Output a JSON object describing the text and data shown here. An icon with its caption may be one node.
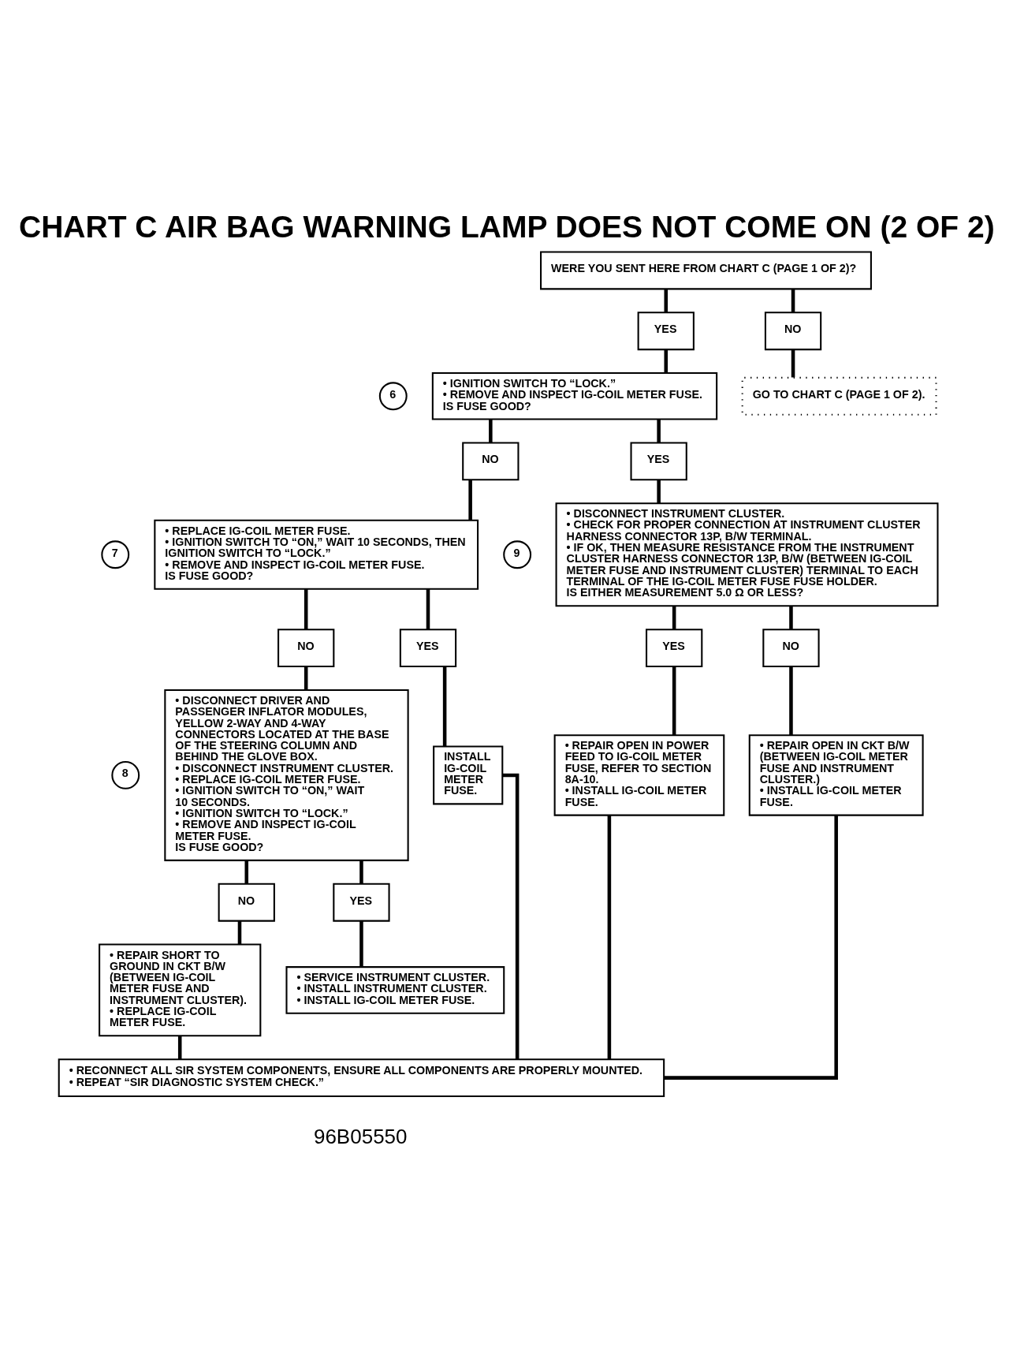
{
  "diagram": {
    "title": "CHART C AIR BAG WARNING LAMP DOES NOT COME ON (2 OF 2)",
    "nodes": [
      {
        "text": [
          "WERE YOU SENT HERE FROM CHART C (PAGE 1 OF 2)?"
        ]
      },
      {
        "text": [
          "YES"
        ]
      },
      {
        "text": [
          "NO"
        ]
      },
      {
        "text": [
          "6"
        ]
      },
      {
        "text": [
          "• IGNITION SWITCH TO “LOCK.”",
          "• REMOVE AND INSPECT IG-COIL METER FUSE.",
          "IS FUSE GOOD?"
        ]
      },
      {
        "text": [
          "GO TO CHART C (PAGE 1 OF 2)."
        ]
      },
      {
        "text": [
          "NO"
        ]
      },
      {
        "text": [
          "YES"
        ]
      },
      {
        "text": [
          "7"
        ]
      },
      {
        "text": [
          "• REPLACE IG-COIL METER FUSE.",
          "• IGNITION SWITCH TO “ON,” WAIT 10 SECONDS, THEN IGNITION SWITCH TO “LOCK.”",
          "• REMOVE AND INSPECT IG-COIL METER FUSE.",
          "IS FUSE GOOD?"
        ]
      },
      {
        "text": [
          "9"
        ]
      },
      {
        "text": [
          "• DISCONNECT INSTRUMENT CLUSTER.",
          "• CHECK FOR PROPER CONNECTION AT INSTRUMENT CLUSTER HARNESS CONNECTOR 13P, B/W TERMINAL.",
          "• IF OK, THEN MEASURE RESISTANCE FROM THE INSTRUMENT CLUSTER HARNESS CONNECTOR 13P, B/W (BETWEEN IG-COIL METER FUSE AND INSTRUMENT CLUSTER) TERMINAL TO EACH TERMINAL OF THE IG-COIL METER FUSE FUSE HOLDER.",
          "IS EITHER MEASUREMENT 5.0 Ω OR LESS?"
        ]
      },
      {
        "text": [
          "NO"
        ]
      },
      {
        "text": [
          "YES"
        ]
      },
      {
        "text": [
          "8"
        ]
      },
      {
        "text": [
          "• DISCONNECT DRIVER AND PASSENGER INFLATOR MODULES, YELLOW 2-WAY AND 4-WAY CONNECTORS LOCATED AT THE BASE OF THE STEERING COLUMN AND BEHIND THE GLOVE BOX.",
          "• DISCONNECT INSTRUMENT CLUSTER.",
          "• REPLACE IG-COIL METER FUSE.",
          "• IGNITION SWITCH TO “ON,” WAIT 10 SECONDS.",
          "• IGNITION SWITCH TO “LOCK.”",
          "• REMOVE AND INSPECT IG-COIL METER FUSE.",
          "IS FUSE GOOD?"
        ]
      },
      {
        "text": [
          "INSTALL IG-COIL METER FUSE."
        ]
      },
      {
        "text": [
          "YES"
        ]
      },
      {
        "text": [
          "NO"
        ]
      },
      {
        "text": [
          "• REPAIR OPEN IN POWER FEED TO IG-COIL METER FUSE, REFER TO SECTION 8A-10.",
          "• INSTALL IG-COIL METER FUSE."
        ]
      },
      {
        "text": [
          "• REPAIR OPEN IN CKT B/W (BETWEEN IG-COIL METER FUSE AND INSTRUMENT CLUSTER.)",
          "• INSTALL IG-COIL METER FUSE."
        ]
      },
      {
        "text": [
          "NO"
        ]
      },
      {
        "text": [
          "YES"
        ]
      },
      {
        "text": [
          "• REPAIR SHORT TO GROUND IN CKT B/W (BETWEEN IG-COIL METER FUSE AND INSTRUMENT CLUSTER).",
          "• REPLACE IG-COIL METER FUSE."
        ]
      },
      {
        "text": [
          "• SERVICE INSTRUMENT CLUSTER.",
          "• INSTALL INSTRUMENT CLUSTER.",
          "• INSTALL IG-COIL METER FUSE."
        ]
      },
      {
        "text": [
          "• RECONNECT ALL SIR SYSTEM COMPONENTS, ENSURE ALL COMPONENTS ARE PROPERLY MOUNTED.",
          "• REPEAT “SIR DIAGNOSTIC SYSTEM CHECK.”"
        ]
      }
    ],
    "edges": [
      {
        "from": 0,
        "to": 1,
        "arrow": "none"
      },
      {
        "from": 0,
        "to": 2,
        "arrow": "none"
      },
      {
        "from": 1,
        "to": 4,
        "arrow": "none"
      },
      {
        "from": 2,
        "to": 5,
        "arrow": "none"
      },
      {
        "from": 4,
        "to": 6,
        "arrow": "none"
      },
      {
        "from": 4,
        "to": 7,
        "arrow": "none"
      },
      {
        "from": 6,
        "to": 9,
        "arrow": "none"
      },
      {
        "from": 7,
        "to": 11,
        "arrow": "none"
      },
      {
        "from": 9,
        "to": 12,
        "arrow": "none"
      },
      {
        "from": 9,
        "to": 13,
        "arrow": "none"
      },
      {
        "from": 12,
        "to": 15,
        "arrow": "none"
      },
      {
        "from": 13,
        "to": 16,
        "arrow": "none"
      },
      {
        "from": 11,
        "to": 17,
        "arrow": "none"
      },
      {
        "from": 11,
        "to": 18,
        "arrow": "none"
      },
      {
        "from": 17,
        "to": 19,
        "arrow": "none"
      },
      {
        "from": 18,
        "to": 20,
        "arrow": "none"
      },
      {
        "from": 15,
        "to": 21,
        "arrow": "none"
      },
      {
        "from": 15,
        "to": 22,
        "arrow": "none"
      },
      {
        "from": 21,
        "to": 23,
        "arrow": "none"
      },
      {
        "from": 22,
        "to": 24,
        "arrow": "none"
      },
      {
        "from": 16,
        "to": 25,
        "arrow": "none"
      },
      {
        "from": 19,
        "to": 25,
        "arrow": "none"
      },
      {
        "from": 20,
        "to": 25,
        "arrow": "none"
      },
      {
        "from": 23,
        "to": 25,
        "arrow": "none"
      }
    ],
    "labels": [
      "96B05550"
    ]
  }
}
